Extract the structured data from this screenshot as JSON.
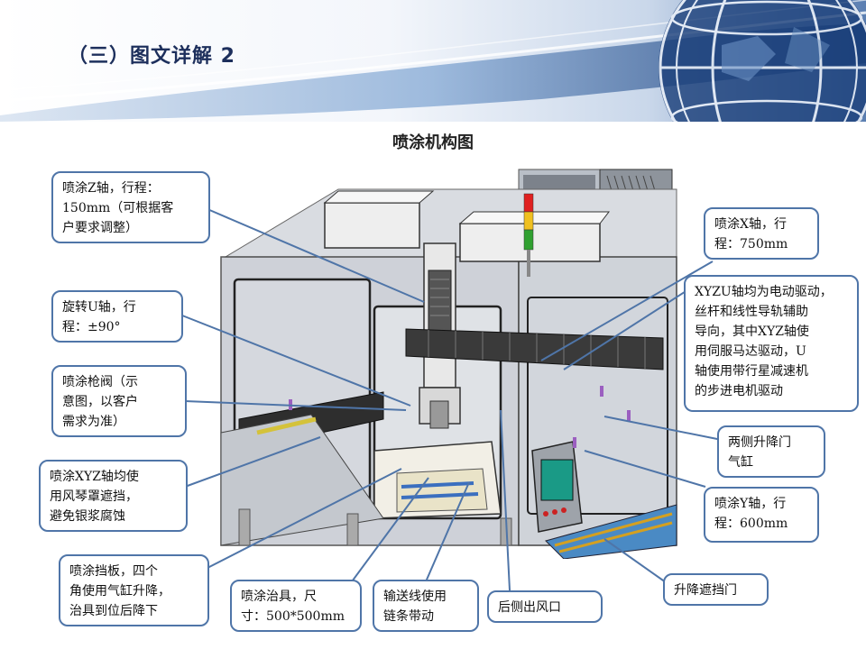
{
  "slide_title": "（三）图文详解 2",
  "diagram_title": "喷涂机构图",
  "callouts": {
    "z_axis": "喷涂Z轴，行程：\n150mm（可根据客\n户要求调整）",
    "u_axis": "旋转U轴，行\n程：±90°",
    "spray_valve": "喷涂枪阀（示\n意图，以客户\n需求为准）",
    "xyz_cover": "喷涂XYZ轴均使\n用风琴罩遮挡，\n避免银浆腐蚀",
    "baffle": "喷涂挡板，四个\n角使用气缸升降，\n治具到位后降下",
    "fixture": "喷涂治具，尺\n寸：500*500mm",
    "conveyor": "输送线使用\n链条带动",
    "rear_outlet": "后侧出风口",
    "x_axis": "喷涂X轴，行\n程：750mm",
    "drive": "XYZU轴均为电动驱动，\n丝杆和线性导轨辅助\n导向，其中XYZ轴使\n用伺服马达驱动，U\n轴使用带行星减速机\n的步进电机驱动",
    "side_door_cyl": "两侧升降门\n气缸",
    "y_axis": "喷涂Y轴，行\n程：600mm",
    "lift_door": "升降遮挡门"
  },
  "colors": {
    "title": "#1d2f5c",
    "callout_border": "#4f75a8",
    "connector": "#4f75a8",
    "header_dark": "#1b3f7a",
    "header_mid": "#6e95c6",
    "machine_frame": "#9aa3ad",
    "glass": "#c9cdd4"
  },
  "icons": [
    "globe-graphic",
    "signal-tower-light",
    "control-panel-screen"
  ]
}
